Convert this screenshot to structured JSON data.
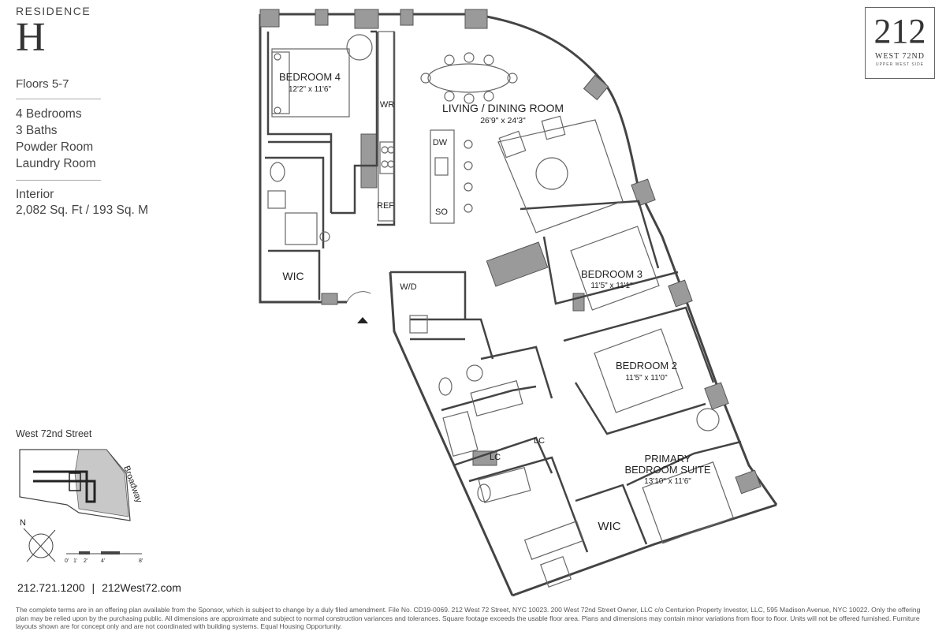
{
  "residence": {
    "label": "RESIDENCE",
    "letter": "H",
    "floors": "Floors 5-7",
    "features": [
      "4 Bedrooms",
      "3 Baths",
      "Powder Room",
      "Laundry Room"
    ],
    "interior_label": "Interior",
    "interior_size": "2,082 Sq. Ft / 193 Sq. M"
  },
  "logo": {
    "number": "212",
    "line1": "WEST 72ND",
    "line2": "UPPER WEST SIDE"
  },
  "rooms": {
    "bedroom4": {
      "name": "BEDROOM 4",
      "dims": "12'2\" x 11'6\""
    },
    "living": {
      "name": "LIVING / DINING ROOM",
      "dims": "26'9\" x 24'3\""
    },
    "bedroom3": {
      "name": "BEDROOM 3",
      "dims": "11'5\" x 11'1\""
    },
    "bedroom2": {
      "name": "BEDROOM 2",
      "dims": "11'5\" x 11'0\""
    },
    "primary": {
      "name1": "PRIMARY",
      "name2": "BEDROOM SUITE",
      "dims": "13'10\" x 11'6\""
    }
  },
  "labels": {
    "wr": "WR",
    "dw": "DW",
    "ref": "REF",
    "so": "SO",
    "wic1": "WIC",
    "wic2": "WIC",
    "wd": "W/D",
    "lc1": "LC",
    "lc2": "LC"
  },
  "keymap": {
    "street": "West 72nd Street",
    "avenue": "Broadway",
    "north": "N"
  },
  "scale": [
    "0'",
    "1'",
    "2'",
    "4'",
    "8'"
  ],
  "contact": {
    "phone": "212.721.1200",
    "sep": "|",
    "web": "212West72.com"
  },
  "disclaimer": "The complete terms are in an offering plan available from the Sponsor, which is subject to change by a duly filed amendment. File No. CD19-0069. 212 West 72 Street, NYC 10023. 200 West 72nd Street Owner, LLC c/o Centurion Property Investor, LLC, 595 Madison Avenue, NYC 10022. Only the offering plan may be relied upon by the purchasing public. All dimensions are approximate and subject to normal construction variances and tolerances. Square footage exceeds the usable floor area. Plans and dimensions may contain minor variations from floor to floor. Units will not be offered furnished. Furniture layouts shown are for concept only and are not coordinated with building systems. Equal Housing Opportunity.",
  "colors": {
    "wall": "#444444",
    "wall_fill": "#9a9a9a",
    "line": "#555555",
    "text": "#222222"
  }
}
